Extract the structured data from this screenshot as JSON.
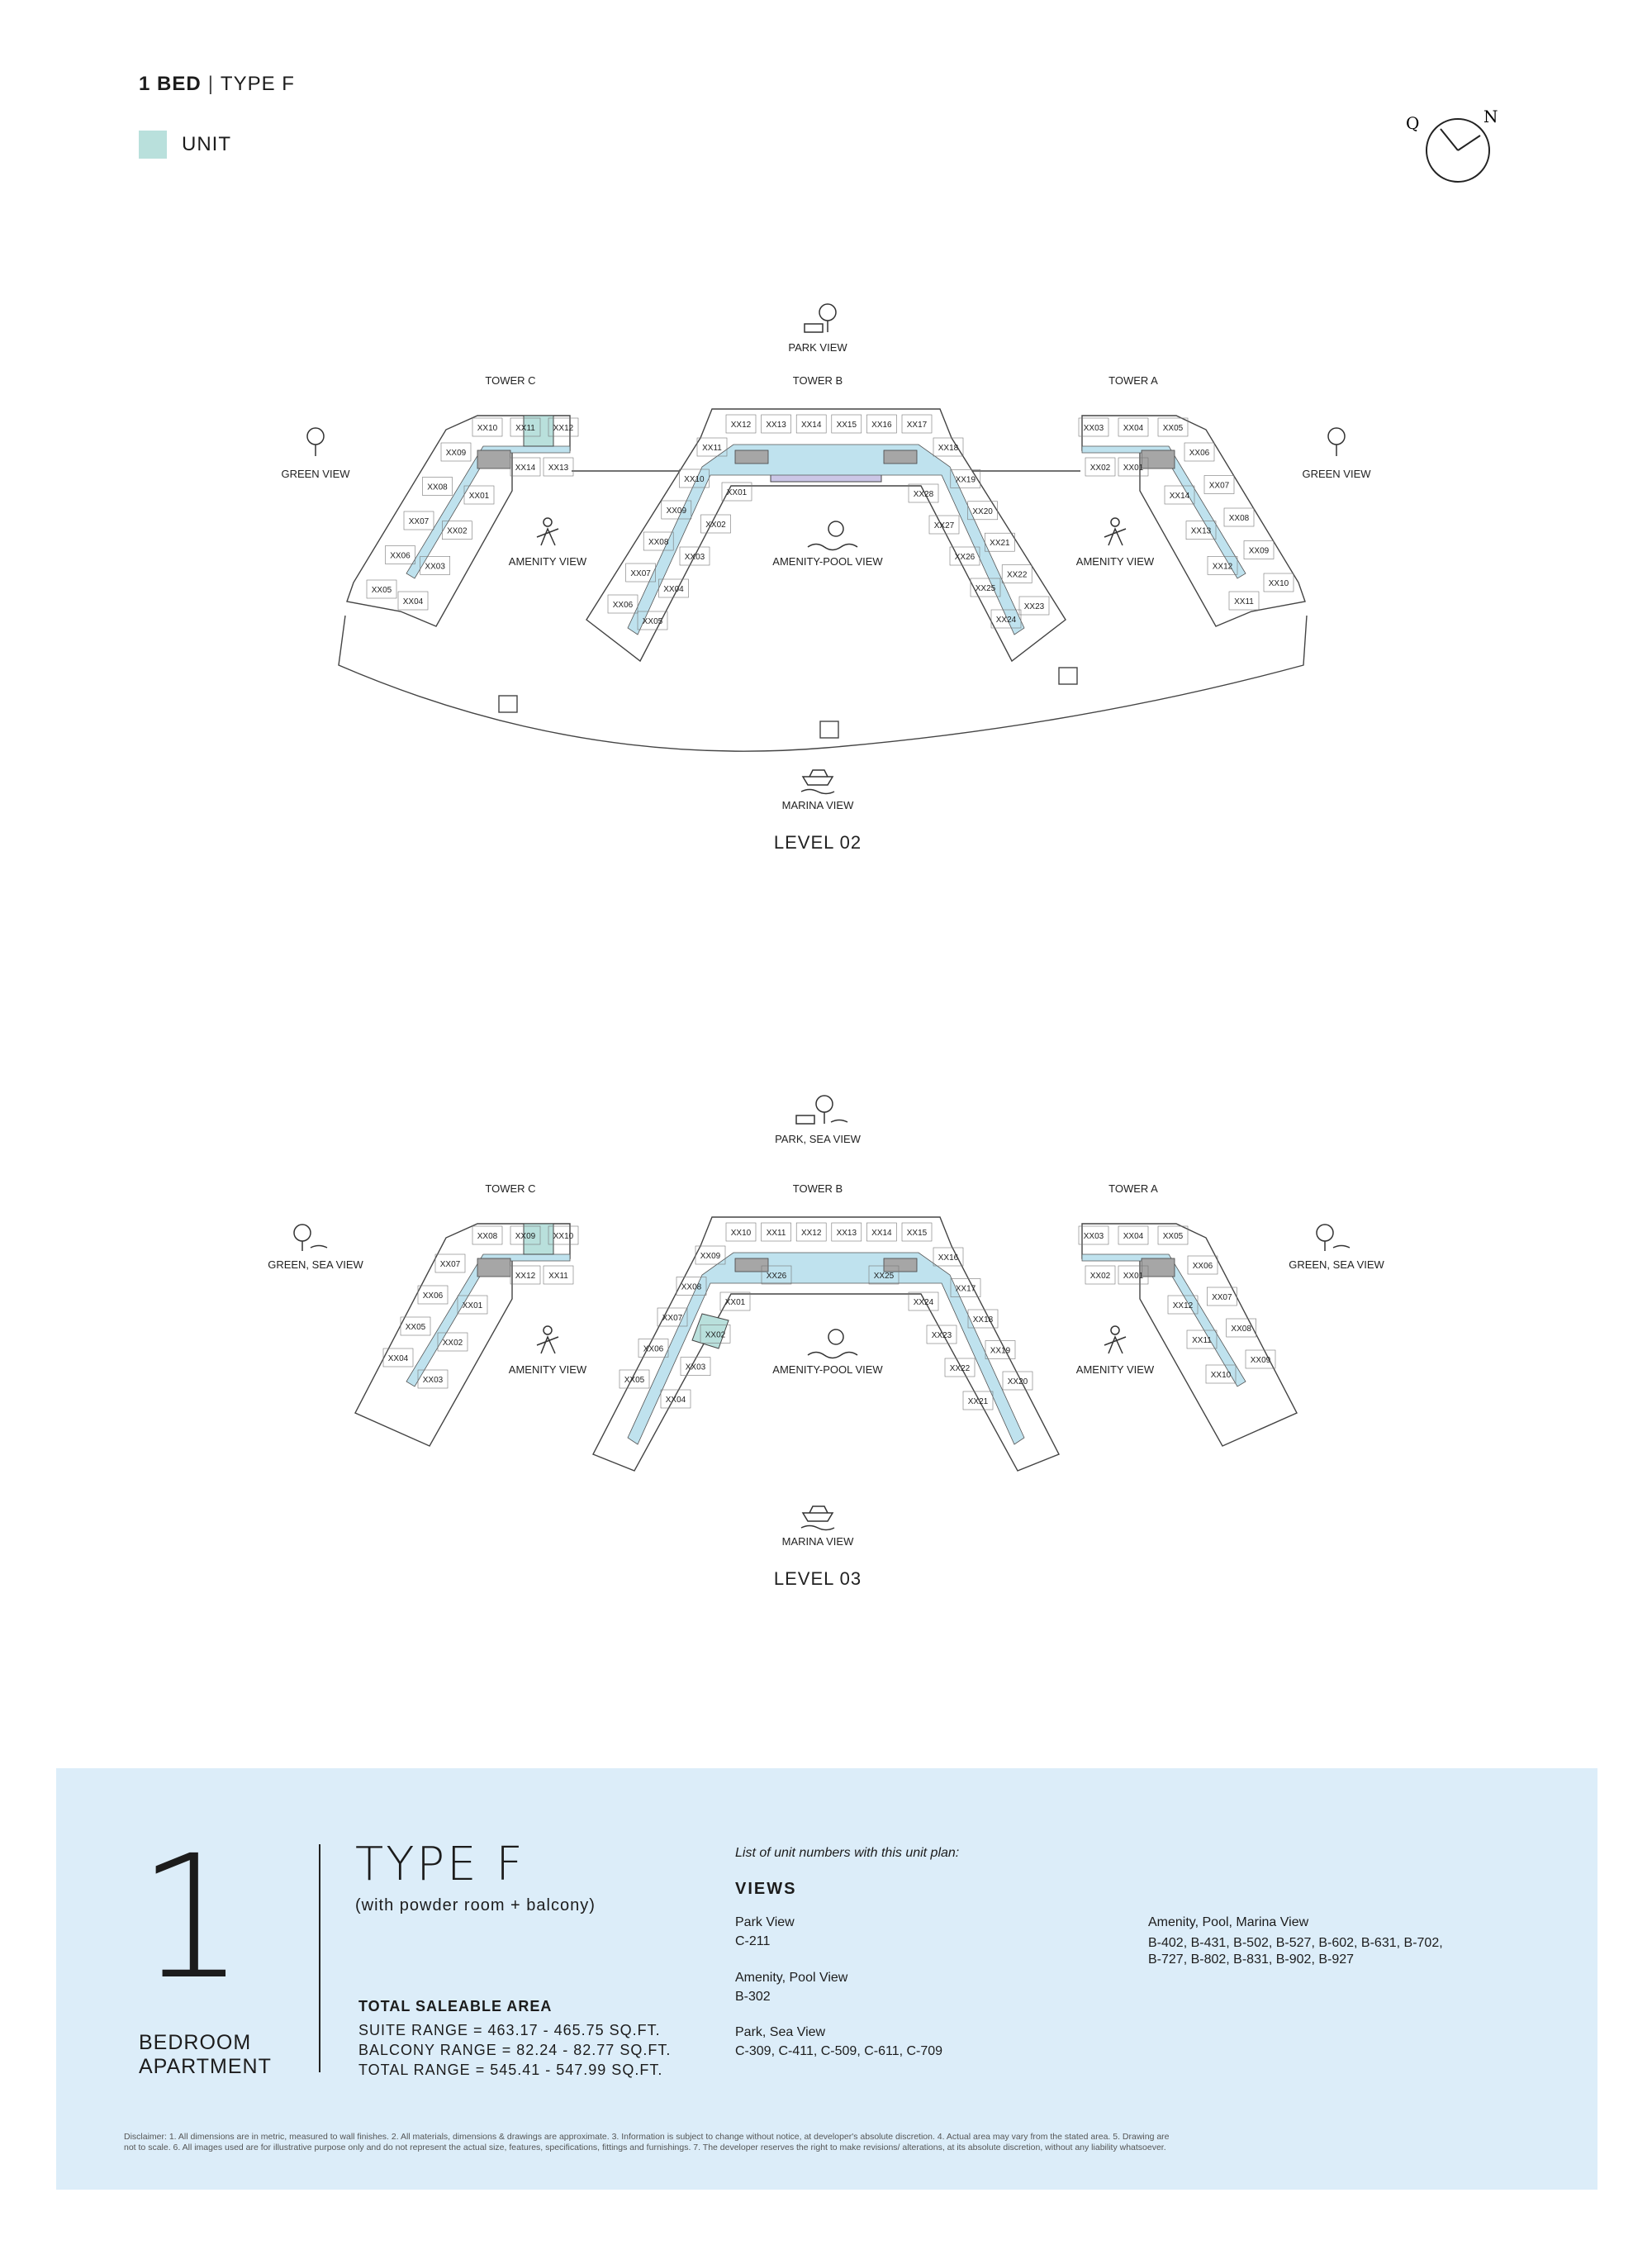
{
  "header": {
    "bed": "1 BED",
    "separator": "|",
    "type": "TYPE F"
  },
  "legend": {
    "label": "UNIT",
    "color": "#b9e0dc"
  },
  "compass": {
    "left_letter": "Q",
    "right_letter": "N"
  },
  "colors": {
    "unit_highlight": "#b9e0dc",
    "core": "#cbc6e6",
    "corridor": "#bfe2ee",
    "box": "#dcedf9",
    "line": "#444444",
    "stair": "#a6a6a6"
  },
  "level02": {
    "name": "LEVEL 02",
    "views": {
      "top": "PARK VIEW",
      "left": "GREEN VIEW",
      "right": "GREEN VIEW",
      "amenity_left": "AMENITY VIEW",
      "amenity_right": "AMENITY VIEW",
      "center": "AMENITY-POOL VIEW",
      "bottom": "MARINA VIEW"
    },
    "towers": {
      "c": "TOWER C",
      "b": "TOWER B",
      "a": "TOWER A"
    },
    "units": {
      "c_top": [
        "XX10",
        "XX11",
        "XX12"
      ],
      "c_mid": [
        "XX14",
        "XX13"
      ],
      "c_left": [
        "XX09",
        "XX08",
        "XX07",
        "XX06",
        "XX05"
      ],
      "c_right": [
        "XX01",
        "XX02",
        "XX03",
        "XX04"
      ],
      "b_top": [
        "XX12",
        "XX13",
        "XX14",
        "XX15",
        "XX16",
        "XX17"
      ],
      "b_left_outer": [
        "XX11",
        "XX10",
        "XX09",
        "XX08",
        "XX07",
        "XX06"
      ],
      "b_left_inner": [
        "XX01",
        "XX02",
        "XX03",
        "XX04",
        "XX05"
      ],
      "b_right_inner": [
        "XX28",
        "XX27",
        "XX26",
        "XX25",
        "XX24"
      ],
      "b_right_outer": [
        "XX18",
        "XX19",
        "XX20",
        "XX21",
        "XX22",
        "XX23"
      ],
      "a_top": [
        "XX03",
        "XX04",
        "XX05"
      ],
      "a_mid": [
        "XX02",
        "XX01"
      ],
      "a_left": [
        "XX14",
        "XX13",
        "XX12",
        "XX11"
      ],
      "a_right": [
        "XX06",
        "XX07",
        "XX08",
        "XX09",
        "XX10"
      ]
    }
  },
  "level03": {
    "name": "LEVEL 03",
    "views": {
      "top": "PARK, SEA VIEW",
      "left": "GREEN, SEA VIEW",
      "right": "GREEN, SEA VIEW",
      "amenity_left": "AMENITY VIEW",
      "amenity_right": "AMENITY VIEW",
      "center": "AMENITY-POOL VIEW",
      "bottom": "MARINA VIEW"
    },
    "towers": {
      "c": "TOWER C",
      "b": "TOWER B",
      "a": "TOWER A"
    },
    "units": {
      "c_top": [
        "XX08",
        "XX09",
        "XX10"
      ],
      "c_mid": [
        "XX12",
        "XX11"
      ],
      "c_left": [
        "XX07",
        "XX06",
        "XX05",
        "XX04"
      ],
      "c_right": [
        "XX01",
        "XX02",
        "XX03"
      ],
      "b_top": [
        "XX10",
        "XX11",
        "XX12",
        "XX13",
        "XX14",
        "XX15"
      ],
      "b_mid": [
        "XX26",
        "XX25"
      ],
      "b_left_outer": [
        "XX09",
        "XX08",
        "XX07",
        "XX06",
        "XX05"
      ],
      "b_left_inner": [
        "XX01",
        "XX02",
        "XX03",
        "XX04"
      ],
      "b_right_inner": [
        "XX24",
        "XX23",
        "XX22",
        "XX21"
      ],
      "b_right_outer": [
        "XX16",
        "XX17",
        "XX18",
        "XX19",
        "XX20"
      ],
      "a_top": [
        "XX03",
        "XX04",
        "XX05"
      ],
      "a_mid": [
        "XX02",
        "XX01"
      ],
      "a_left": [
        "XX12",
        "XX11",
        "XX10"
      ],
      "a_right": [
        "XX06",
        "XX07",
        "XX08",
        "XX09"
      ]
    }
  },
  "info": {
    "number": "1",
    "bedroom": "BEDROOM",
    "apartment": "APARTMENT",
    "title": "TYPE F",
    "subtitle": "(with powder room + balcony)",
    "area_heading": "TOTAL SALEABLE AREA",
    "suite": "SUITE RANGE = 463.17 - 465.75 SQ.FT.",
    "balcony": "BALCONY RANGE = 82.24 - 82.77 SQ.FT.",
    "total": "TOTAL RANGE = 545.41 - 547.99 SQ.FT.",
    "list_heading": "List of unit numbers with this unit plan:",
    "views_heading": "VIEWS",
    "view_groups": {
      "park": {
        "title": "Park View",
        "units": "C-211"
      },
      "amenity_pool": {
        "title": "Amenity, Pool View",
        "units": "B-302"
      },
      "park_sea": {
        "title": "Park, Sea View",
        "units": "C-309, C-411, C-509, C-611, C-709"
      },
      "amenity_pool_marina": {
        "title": "Amenity, Pool, Marina View",
        "units_line1": "B-402, B-431, B-502, B-527, B-602, B-631, B-702,",
        "units_line2": "B-727, B-802, B-831, B-902, B-927"
      }
    },
    "box_color": "#dcedf9"
  },
  "disclaimer": {
    "line1": "Disclaimer: 1. All dimensions are in metric, measured to wall finishes. 2. All materials, dimensions & drawings are approximate. 3. Information is subject to change without notice, at developer's absolute discretion. 4. Actual area may vary from the stated area. 5. Drawing are",
    "line2": "not to scale. 6. All images used are for illustrative purpose only and do not represent the actual size, features, specifications, fittings and furnishings. 7. The developer reserves the right to make revisions/ alterations, at its absolute discretion, without any liability whatsoever."
  }
}
